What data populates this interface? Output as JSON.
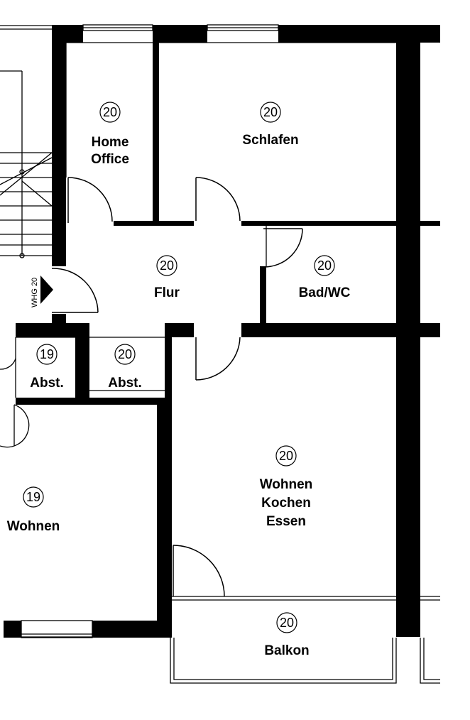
{
  "apartment_marker": {
    "label": "WHG 20"
  },
  "rooms": [
    {
      "id": "home-office",
      "number": "20",
      "lines": [
        "Home",
        "Office"
      ]
    },
    {
      "id": "schlafen",
      "number": "20",
      "lines": [
        "Schlafen"
      ]
    },
    {
      "id": "flur",
      "number": "20",
      "lines": [
        "Flur"
      ]
    },
    {
      "id": "bad-wc",
      "number": "20",
      "lines": [
        "Bad/WC"
      ]
    },
    {
      "id": "abst-19",
      "number": "19",
      "lines": [
        "Abst."
      ]
    },
    {
      "id": "abst-20",
      "number": "20",
      "lines": [
        "Abst."
      ]
    },
    {
      "id": "wohnen-20",
      "number": "20",
      "lines": [
        "Wohnen",
        "Kochen",
        "Essen"
      ]
    },
    {
      "id": "wohnen-19",
      "number": "19",
      "lines": [
        "Wohnen"
      ]
    },
    {
      "id": "balkon",
      "number": "20",
      "lines": [
        "Balkon"
      ]
    }
  ]
}
